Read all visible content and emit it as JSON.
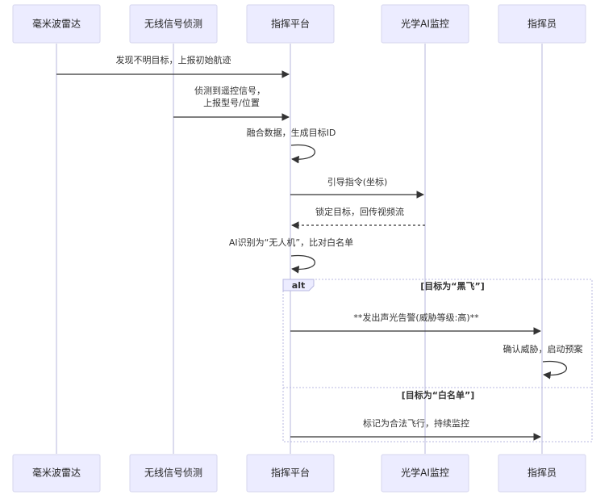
{
  "actors": [
    {
      "id": "radar",
      "label": "毫米波雷达"
    },
    {
      "id": "rf",
      "label": "无线信号侦测"
    },
    {
      "id": "cmd",
      "label": "指挥平台"
    },
    {
      "id": "ai",
      "label": "光学AI监控"
    },
    {
      "id": "officer",
      "label": "指挥员"
    }
  ],
  "messages": [
    {
      "from": "radar",
      "to": "cmd",
      "style": "solid",
      "lines": [
        "发现不明目标，上报初始航迹"
      ]
    },
    {
      "from": "rf",
      "to": "cmd",
      "style": "solid",
      "lines": [
        "侦测到遥控信号，",
        "上报型号/位置"
      ]
    },
    {
      "from": "cmd",
      "to": "cmd",
      "style": "solid",
      "lines": [
        "融合数据，生成目标ID"
      ]
    },
    {
      "from": "cmd",
      "to": "ai",
      "style": "solid",
      "lines": [
        "引导指令(坐标)"
      ]
    },
    {
      "from": "ai",
      "to": "cmd",
      "style": "dashed",
      "lines": [
        "锁定目标，回传视频流"
      ]
    },
    {
      "from": "cmd",
      "to": "cmd",
      "style": "solid",
      "lines": [
        "AI识别为“无人机”，比对白名单"
      ]
    },
    {
      "from": "cmd",
      "to": "officer",
      "style": "solid",
      "lines": [
        "**发出声光告警(威胁等级:高)**"
      ]
    },
    {
      "from": "officer",
      "to": "officer",
      "style": "solid",
      "lines": [
        "确认威胁，启动预案"
      ]
    },
    {
      "from": "cmd",
      "to": "officer",
      "style": "solid",
      "lines": [
        "标记为合法飞行，持续监控"
      ]
    }
  ],
  "alt_block": {
    "keyword": "alt",
    "branches": [
      {
        "condition": "[目标为“黑飞”]"
      },
      {
        "condition": "[目标为“白名单”]"
      }
    ]
  }
}
